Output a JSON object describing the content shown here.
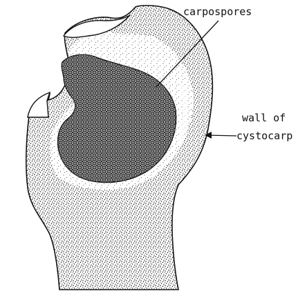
{
  "labels": {
    "carpospores": "carpospores",
    "wall_line1": "wall of",
    "wall_line2": "cystocarp"
  },
  "colors": {
    "ink": "#111111",
    "paper": "#ffffff"
  }
}
